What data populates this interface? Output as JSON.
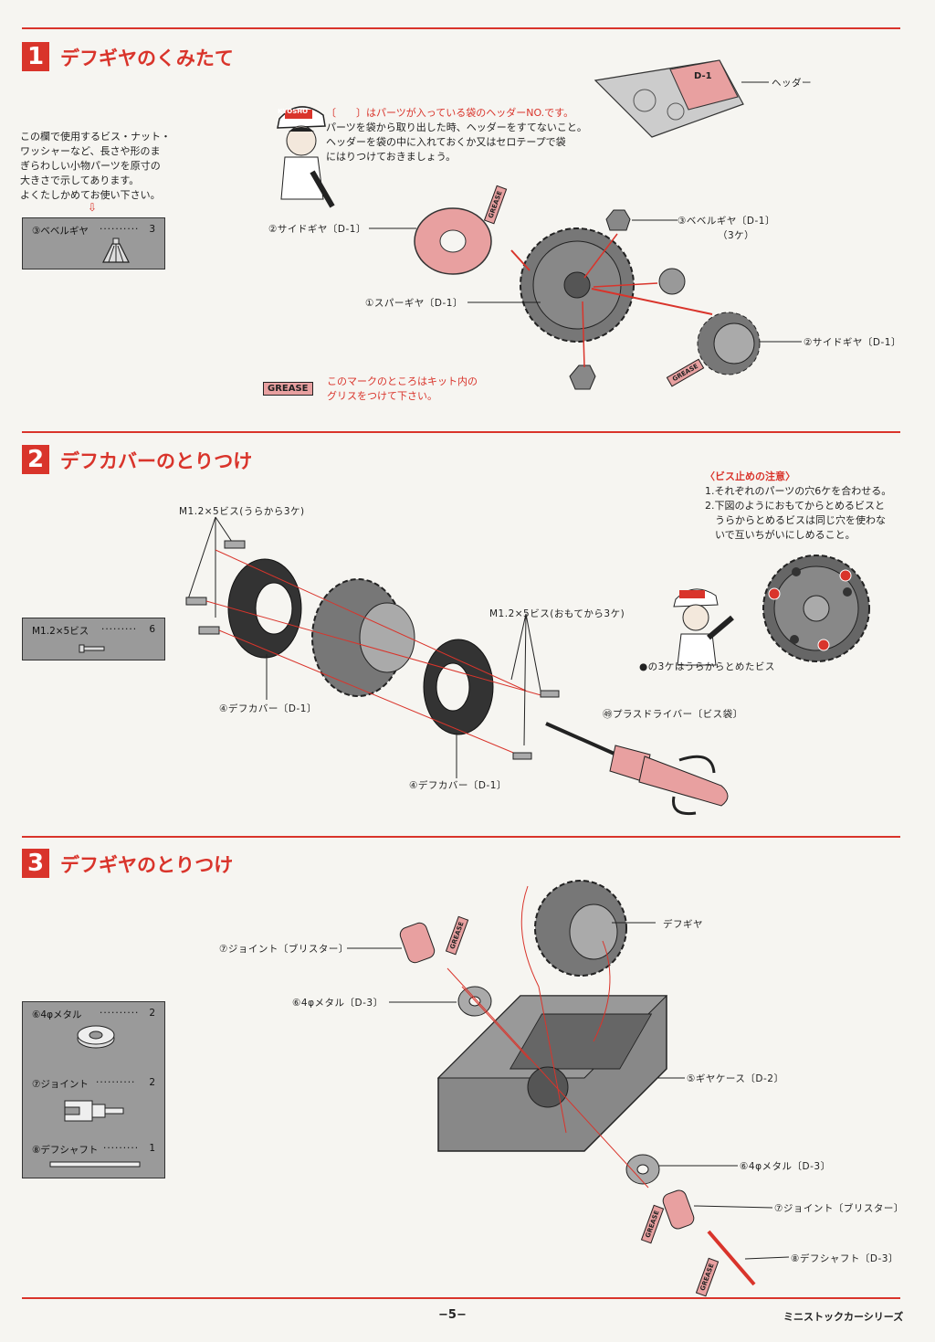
{
  "sections": [
    {
      "num": "1",
      "title": "デフギヤのくみたて"
    },
    {
      "num": "2",
      "title": "デフカバーのとりつけ"
    },
    {
      "num": "3",
      "title": "デフギヤのとりつけ"
    }
  ],
  "sidebar_note": {
    "lines": [
      "この欄で使用するビス・ナット・",
      "ワッシャーなど、長さや形のま",
      "ぎらわしい小物パーツを原寸の",
      "大きさで示してあります。",
      "よくたしかめてお使い下さい。"
    ]
  },
  "header_note": {
    "lines": [
      "〔　　〕はパーツが入っている袋のヘッダーNO.です。",
      "パーツを袋から取り出した時、ヘッダーをすてないこと。",
      "ヘッダーを袋の中に入れておくか又はセロテープで袋",
      "にはりつけておきましょう。"
    ]
  },
  "bag_header": {
    "label": "ヘッダー",
    "tag": "D-1"
  },
  "mascot_cap": "KYOSHO",
  "grease_note": {
    "tag": "GREASE",
    "lines": [
      "このマークのところはキット内の",
      "グリスをつけて下さい。"
    ]
  },
  "sec1_labels": {
    "side_gear_left": "②サイドギヤ〔D-1〕",
    "bevel_gear": "③ベベルギヤ〔D-1〕",
    "bevel_qty": "（3ケ）",
    "spur_gear": "①スパーギヤ〔D-1〕",
    "side_gear_right": "②サイドギヤ〔D-1〕"
  },
  "sec1_parts": [
    {
      "name": "③ベベルギヤ",
      "qty": "3"
    }
  ],
  "sec2_labels": {
    "screw_back": "M1.2×5ビス(うらから3ケ)",
    "screw_front": "M1.2×5ビス(おもてから3ケ)",
    "cover_left": "④デフカバー〔D-1〕",
    "cover_right": "④デフカバー〔D-1〕",
    "driver": "㊾プラスドライバー〔ビス袋〕"
  },
  "sec2_parts": [
    {
      "name": "M1.2×5ビス",
      "qty": "6"
    }
  ],
  "screw_caution": {
    "title": "〈ビス止めの注意〉",
    "lines": [
      "1.それぞれのパーツの穴6ケを合わせる。",
      "2.下図のようにおもてからとめるビスと",
      "　うらからとめるビスは同じ穴を使わな",
      "　いで互いちがいにしめること。"
    ],
    "dot_note": "●の3ケはうらからとめたビス"
  },
  "sec3_labels": {
    "diff_gear": "デフギヤ",
    "joint_top": "⑦ジョイント〔ブリスター〕",
    "metal_top": "⑥4φメタル〔D-3〕",
    "gear_case": "⑤ギヤケース〔D-2〕",
    "metal_bottom": "⑥4φメタル〔D-3〕",
    "joint_bottom": "⑦ジョイント〔ブリスター〕",
    "shaft": "⑧デフシャフト〔D-3〕"
  },
  "sec3_parts": [
    {
      "name": "⑥4φメタル",
      "qty": "2"
    },
    {
      "name": "⑦ジョイント",
      "qty": "2"
    },
    {
      "name": "⑧デフシャフト",
      "qty": "1"
    }
  ],
  "footer": {
    "page": "−5−",
    "series": "ミニストックカーシリーズ"
  },
  "colors": {
    "accent": "#d9342b",
    "part_gray": "#9a9a9a",
    "pink": "#e8a0a0"
  }
}
